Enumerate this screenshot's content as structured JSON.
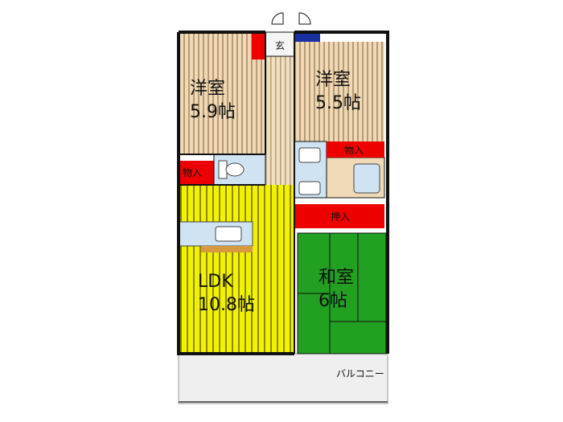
{
  "rooms": {
    "western1": {
      "name": "洋室",
      "size": "5.9帖"
    },
    "western2": {
      "name": "洋室",
      "size": "5.5帖"
    },
    "ldk": {
      "name": "LDK",
      "size": "10.8帖"
    },
    "japanese": {
      "name": "和室",
      "size": "6帖"
    }
  },
  "labels": {
    "entrance": "玄",
    "storage_left": "物入",
    "storage_right": "物入",
    "closet": "押入",
    "balcony": "バルコニー"
  },
  "colors": {
    "western_floor": "#efd9b6",
    "western_stripe": "#b89a74",
    "ldk_floor": "#f2f200",
    "ldk_stripe": "#8a8a00",
    "tatami": "#22a022",
    "storage_red": "#ee0000",
    "entrance_blue": "#1a2fa0",
    "fixture_blue": "#cfe3f3",
    "balcony": "#efefef",
    "wall": "#111111"
  }
}
